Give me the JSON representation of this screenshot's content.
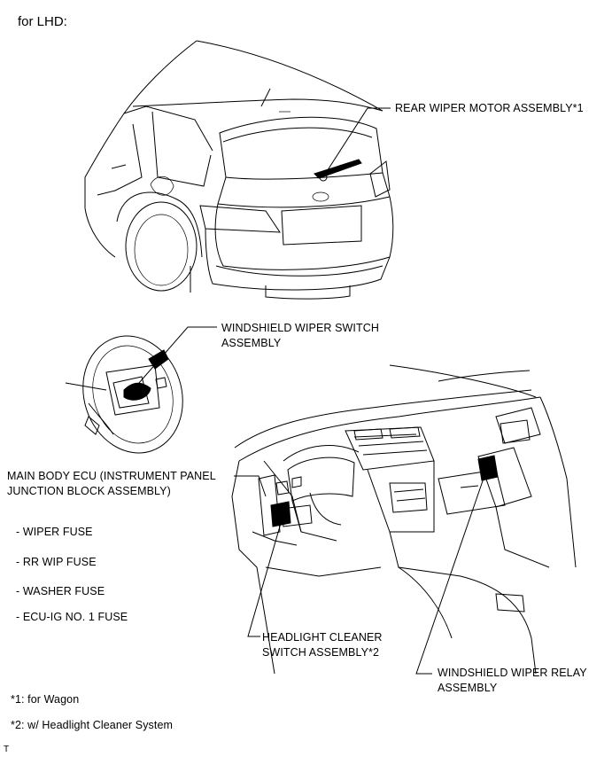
{
  "header": "for LHD:",
  "labels": {
    "rear_wiper_motor": "REAR WIPER MOTOR ASSEMBLY*1",
    "windshield_wiper_switch_l1": "WINDSHIELD WIPER SWITCH",
    "windshield_wiper_switch_l2": "ASSEMBLY",
    "main_body_ecu_l1": "MAIN BODY ECU (INSTRUMENT PANEL",
    "main_body_ecu_l2": "JUNCTION BLOCK ASSEMBLY)",
    "headlight_cleaner_l1": "HEADLIGHT CLEANER",
    "headlight_cleaner_l2": "SWITCH ASSEMBLY*2",
    "wiper_relay_l1": "WINDSHIELD WIPER RELAY",
    "wiper_relay_l2": "ASSEMBLY"
  },
  "fuses": [
    "- WIPER FUSE",
    "- RR WIP FUSE",
    "- WASHER FUSE",
    "- ECU-IG NO. 1 FUSE"
  ],
  "notes": [
    "*1: for Wagon",
    "*2: w/ Headlight Cleaner System"
  ],
  "corner_mark": "T"
}
